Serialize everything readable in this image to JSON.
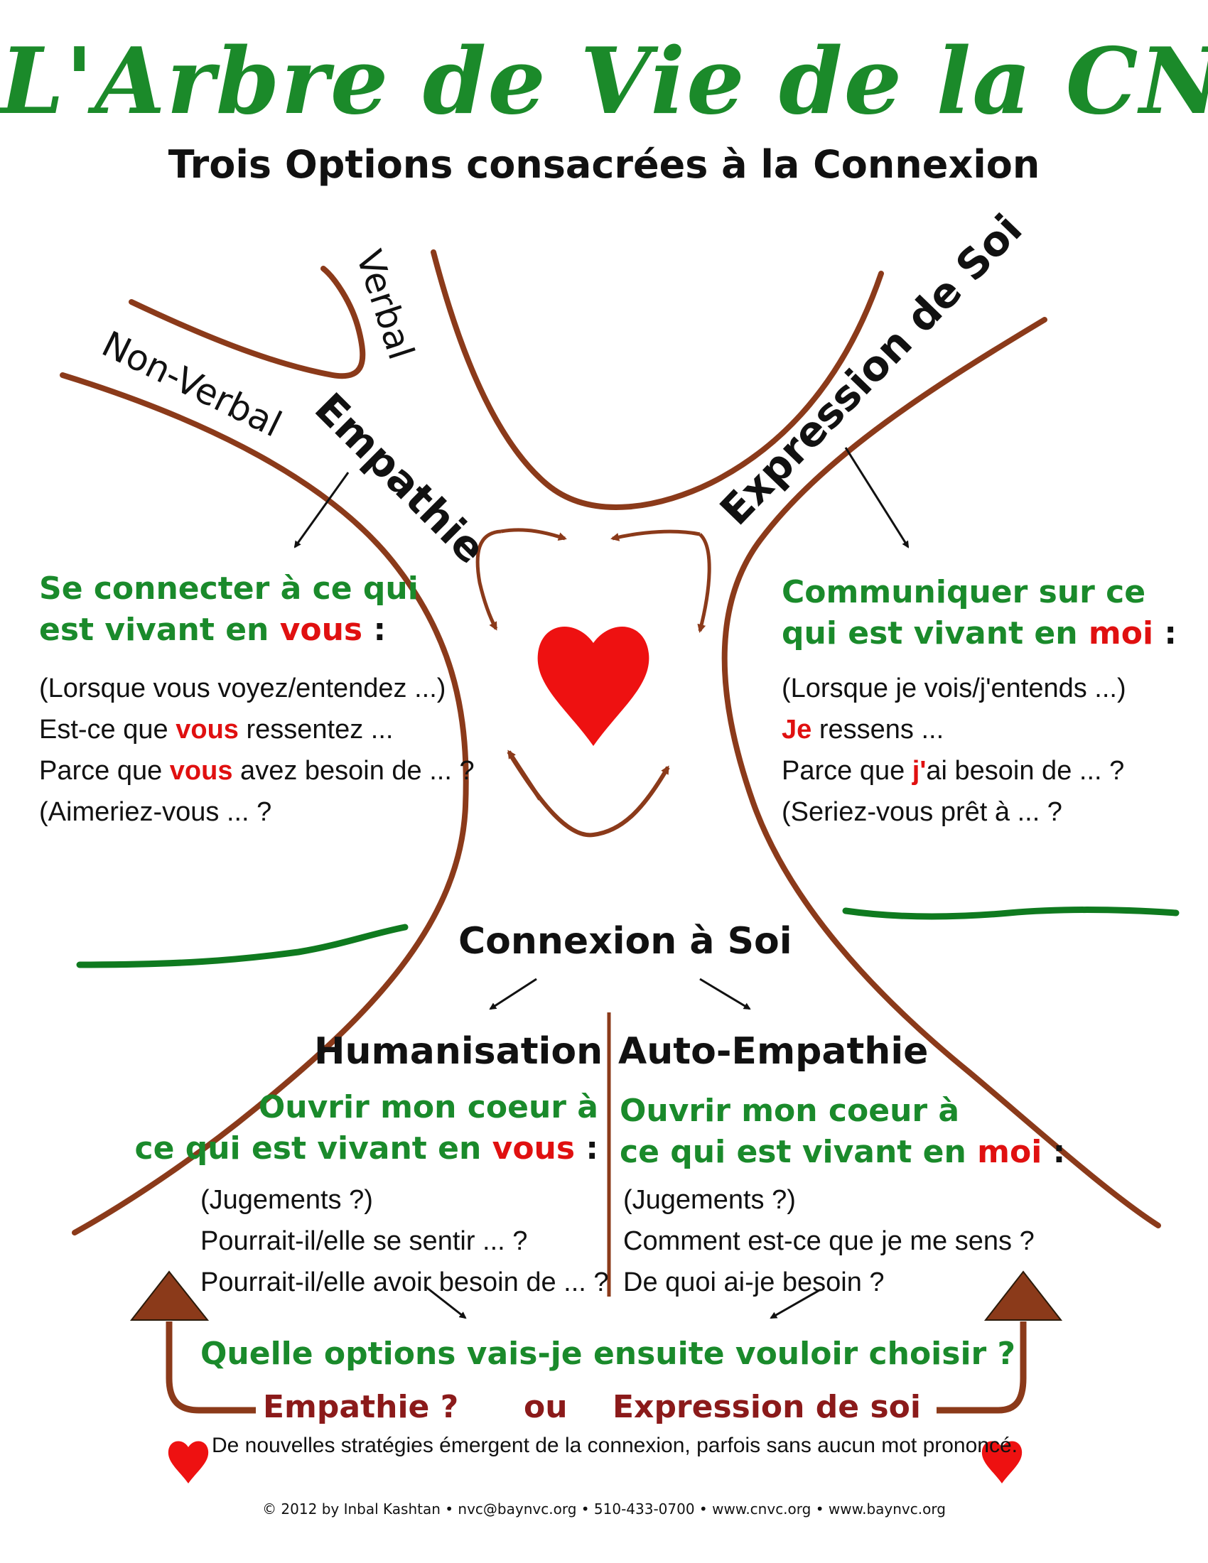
{
  "title": "L'Arbre de Vie de la CNV",
  "subtitle": "Trois Options consacrées à la Connexion",
  "branches": {
    "non_verbal": "Non-Verbal",
    "verbal": "Verbal",
    "empathie": "Empathie",
    "expression": "Expression de Soi"
  },
  "left": {
    "heading_line1": "Se connecter à ce qui",
    "heading_line2_prefix": "est vivant en ",
    "heading_line2_red": "vous",
    "heading_line2_suffix": " :",
    "line1": "(Lorsque vous voyez/entendez ...)",
    "line2_prefix": "Est-ce que ",
    "line2_red": "vous",
    "line2_suffix": " ressentez ...",
    "line3_prefix": "Parce que ",
    "line3_red": "vous",
    "line3_suffix": " avez besoin de ... ?",
    "line4": "(Aimeriez-vous ... ?"
  },
  "right": {
    "heading_line1": "Communiquer sur ce",
    "heading_line2_prefix": "qui est vivant en ",
    "heading_line2_red": "moi",
    "heading_line2_suffix": " :",
    "line1": "(Lorsque je vois/j'entends ...)",
    "line2_red": "Je",
    "line2_suffix": " ressens ...",
    "line3_prefix": "Parce que ",
    "line3_red": "j'",
    "line3_suffix": "ai besoin de ... ?",
    "line4": "(Seriez-vous prêt à ... ?"
  },
  "center": {
    "connexion": "Connexion à Soi"
  },
  "humanisation": {
    "title": "Humanisation",
    "heading_line1": "Ouvrir mon coeur à",
    "heading_line2_prefix": "ce qui est vivant en ",
    "heading_line2_red": "vous",
    "heading_line2_suffix": " :",
    "line1": "(Jugements ?)",
    "line2": "Pourrait-il/elle se sentir ... ?",
    "line3": "Pourrait-il/elle avoir besoin de ... ?"
  },
  "auto_empathie": {
    "title": "Auto-Empathie",
    "heading_line1": "Ouvrir mon coeur à",
    "heading_line2_prefix": "ce qui est vivant en ",
    "heading_line2_red": "moi",
    "heading_line2_suffix": " :",
    "line1": "(Jugements ?)",
    "line2": "Comment est-ce que je me sens ?",
    "line3": "De quoi ai-je besoin ?"
  },
  "bottom": {
    "question": "Quelle options vais-je ensuite vouloir choisir ?",
    "option1": "Empathie ?",
    "or": "ou",
    "option2": "Expression de soi",
    "note": "De nouvelles stratégies émergent de la connexion, parfois sans aucun mot prononcé."
  },
  "footer": "© 2012 by Inbal Kashtan • nvc@baynvc.org • 510-433-0700 • www.cnvc.org • www.baynvc.org",
  "colors": {
    "title_green": "#1b8a2a",
    "trunk_brown": "#8b3a1a",
    "heart_red": "#ee1111",
    "ground_green": "#0f7a1f",
    "option_dark_red": "#8b1a1a"
  }
}
